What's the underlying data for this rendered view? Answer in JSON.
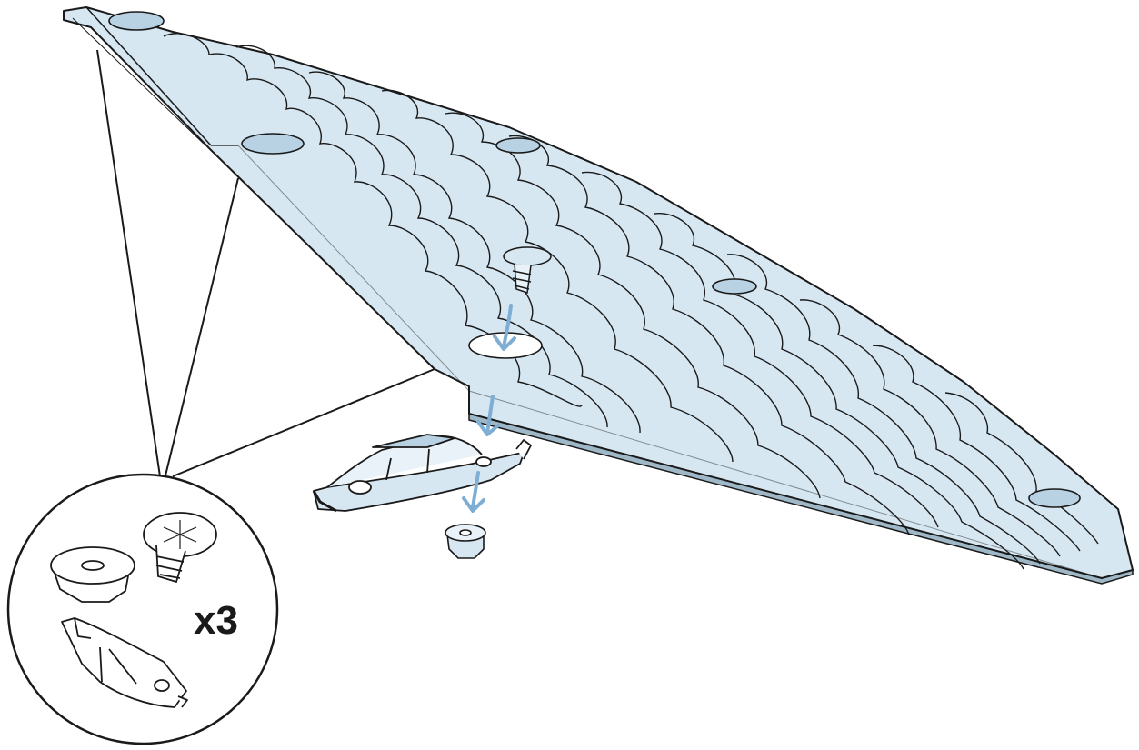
{
  "diagram": {
    "quantity_label": "x3",
    "colors": {
      "panel_fill": "#d6e7f2",
      "line": "#1a1a1a",
      "arrow": "#7eaed3",
      "background": "#ffffff"
    },
    "parts": [
      "ridge-panel",
      "mounting-clip",
      "screw",
      "hex-nut"
    ],
    "icons": [
      "arrow-down-icon"
    ]
  }
}
